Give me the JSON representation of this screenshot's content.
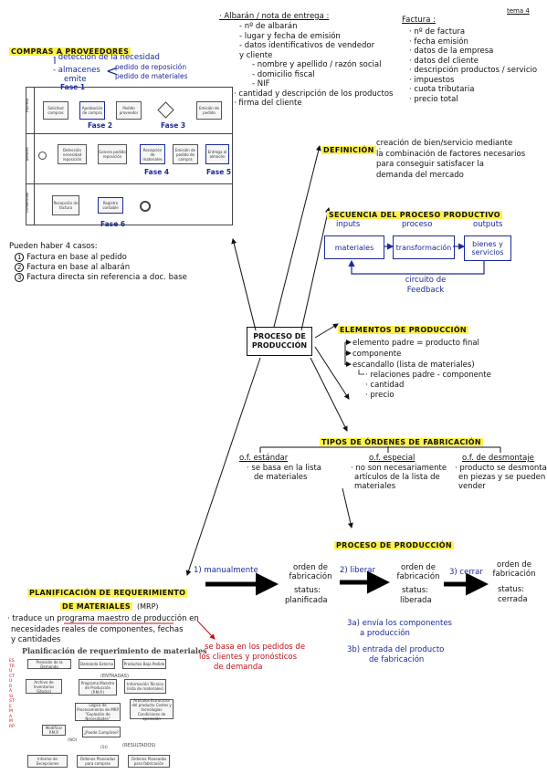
{
  "page": {
    "label": "tema 4"
  },
  "compras": {
    "title": "COMPRAS A PROVEEDORES",
    "note1": "- detección de la necesidad",
    "note2": "- almacenes",
    "note3": "emite",
    "note4": "pedido de reposición",
    "note5": "pedido de materiales",
    "fase1": "Fase 1",
    "fase2": "Fase 2",
    "fase3": "Fase 3",
    "fase4": "Fase 4",
    "fase5": "Fase 5",
    "fase6": "Fase 6",
    "lanes": [
      "Empresa",
      "Almacén",
      "Contabilidad"
    ],
    "nodes": {
      "n1": "Solicitud compras",
      "n2": "Aprobación de compra",
      "n3": "Pedido proveedor",
      "n4": "Emisión de pedido",
      "n5": "Detección necesidad reposición",
      "n6": "Genera pedido reposición",
      "n7": "Recepción de materiales",
      "n8": "Emisión de pedido de compra",
      "n9": "Entrega al almacén",
      "n10": "Recepción de factura",
      "n11": "Registro contable"
    },
    "casos_title": "Pueden haber 4 casos:",
    "casos": [
      "Factura en base al pedido",
      "Factura en base al albarán",
      "Factura directa sin referencia a doc. base"
    ]
  },
  "albaran": {
    "title": "· Albarán / nota de entrega :",
    "items": [
      "- nº de albarán",
      "- lugar y fecha de emisión",
      "- datos identificativos de vendedor",
      "  y cliente",
      "- nombre y apellido / razón social",
      "- domicilio fiscal",
      "- NIF",
      "· cantidad y descripción de los productos",
      "· firma del cliente"
    ]
  },
  "factura": {
    "title": "Factura :",
    "items": [
      "· nº de factura",
      "· fecha emisión",
      "· datos de la empresa",
      "· datos del cliente",
      "· descripción productos / servicio",
      "· impuestos",
      "· cuota tributaria",
      "· precio total"
    ]
  },
  "center": {
    "label": "PROCESO DE PRODUCCIÓN"
  },
  "definicion": {
    "title": "DEFINICIÓN",
    "lines": [
      "creación de bien/servicio mediante",
      "la combinación de factores necesarios",
      "para conseguir satisfacer la",
      "demanda del mercado"
    ]
  },
  "secuencia": {
    "title": "SECUENCIA DEL PROCESO PRODUCTIVO",
    "inputs": "inputs",
    "proceso": "proceso",
    "outputs": "outputs",
    "box1": "materiales",
    "box2": "transformación",
    "box3": "bienes y servicios",
    "feedback": "circuito de Feedback"
  },
  "elementos": {
    "title": "ELEMENTOS DE PRODUCCIÓN",
    "items": [
      "elemento padre = producto final",
      "componente",
      "escandallo (lista de materiales)"
    ],
    "sub": [
      "· relaciones padre - componente",
      "· cantidad",
      "· precio"
    ]
  },
  "tipos": {
    "title": "TIPOS DE ÓRDENES DE FABRICACIÓN",
    "c1_title": "o.f. estándar",
    "c1": [
      "· se basa en la lista",
      "de materiales"
    ],
    "c2_title": "o.f. especial",
    "c2": [
      "· no son necesariamente",
      "artículos de la lista de",
      "materiales"
    ],
    "c3_title": "o.f. de desmontaje",
    "c3": [
      "· producto se desmonta",
      "en piezas y se pueden",
      "vender"
    ]
  },
  "proceso": {
    "title": "PROCESO DE PRODUCCIÓN",
    "s1": "1) manualmente",
    "s2": "2) liberar",
    "s3": "3) cerrar",
    "o1": "orden de fabricación",
    "st1": "status:",
    "v1": "planificada",
    "o2": "orden de fabricación",
    "st2": "status:",
    "v2": "liberada",
    "o3": "orden de fabricación",
    "st3": "status:",
    "v3": "cerrada",
    "a": "3a) envía los componentes",
    "a2": "a producción",
    "b": "3b) entrada del producto",
    "b2": "de fabricación"
  },
  "mrp": {
    "title1": "PLANIFICACIÓN DE REQUERIMIENTO",
    "title2": "DE MATERIALES",
    "abbr": "(MRP)",
    "desc1": "· traduce un programa maestro de producción en",
    "desc2": "necesidades reales de componentes, fechas",
    "desc3": "y cantidades",
    "red1": "se basa en los pedidos de",
    "red2": "los clientes y pronósticos",
    "red3": "de demanda",
    "fig_title": "Planificación de requerimiento de materiales",
    "side": "ESTRUCTURA SISTEMA MRP",
    "entradas": "(ENTRADAS)",
    "resultados": "(RESULTADOS)",
    "f1": "Previsión de la Demanda",
    "f2": "Demanda Externa",
    "f3": "Productos Bajo Pedido",
    "f4": "Archivo de Inventarios (Stocks)",
    "f5": "Programa Maestro de Producción (P.M.P.)",
    "f6": "Información Técnica (lista de materiales)",
    "f7": "Lógica de Procesamiento de MRP \"Explosión de Necesidades\"",
    "f8": "Artículos Estructura del producto Costes y tecnologías Condiciones de operación",
    "f9": "Modificar P.M.P.",
    "f10": "¿Puede Cumplirse?",
    "f11": "Informe de Excepciones",
    "f12": "Órdenes Planeadas para compras",
    "f13": "Órdenes Planeadas para fabricación",
    "no": "(NO)",
    "si": "(SI)"
  }
}
